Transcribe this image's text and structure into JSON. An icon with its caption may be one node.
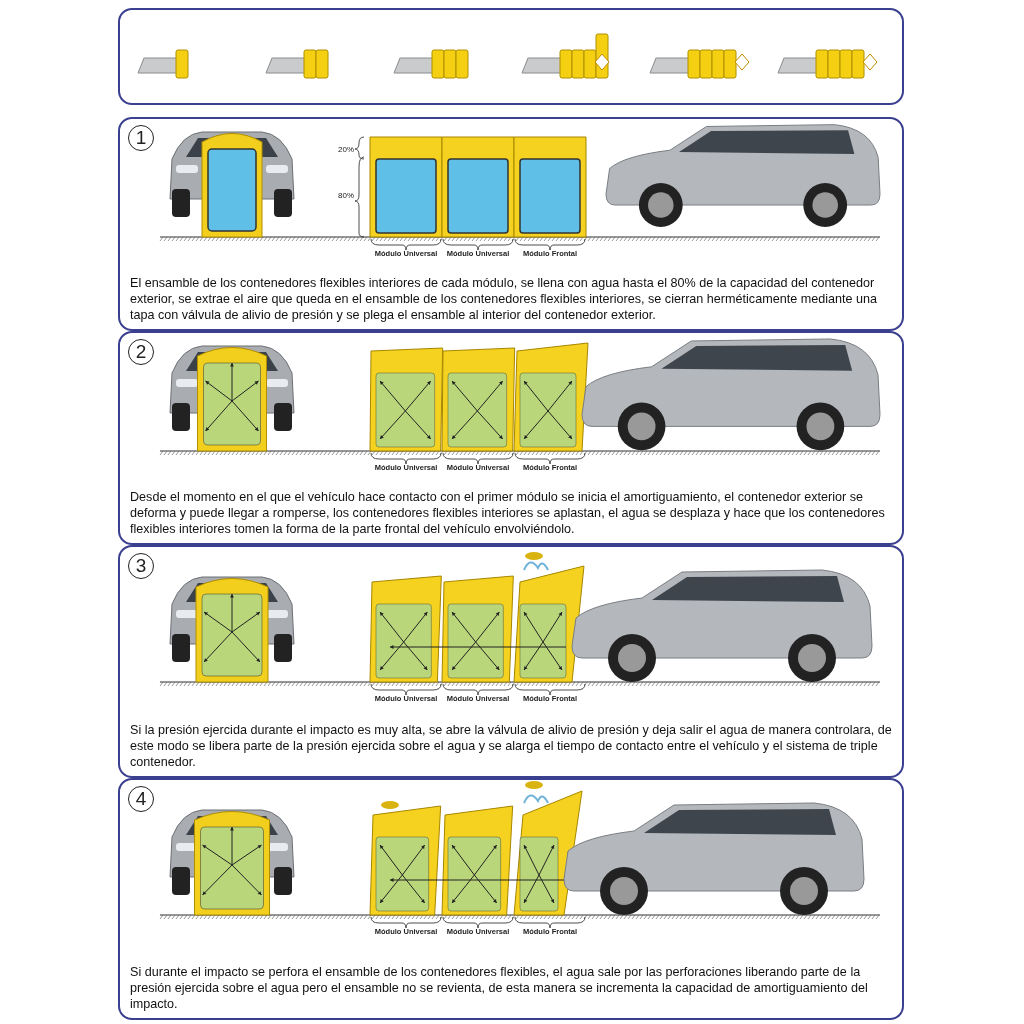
{
  "diagram": {
    "nodes": [
      {
        "text": [],
        "shape": "box"
      },
      {
        "text": [
          "El ensamble de los contenedores flexibles interiores de cada módulo, se llena con agua hasta el 80% de la capacidad del contenedor exterior, se extrae el aire que queda en el ensamble de los contenedores flexibles interiores, se cierran herméticamente mediante una tapa con válvula de alivio de presión y se plega el ensamble al interior del contenedor exterior."
        ]
      },
      {
        "text": [
          "1"
        ],
        "in": 1
      },
      {
        "text": [
          "Desde el momento en el que el vehículo hace contacto con el primer módulo se inicia el amortiguamiento, el contenedor exterior se deforma y puede llegar a romperse, los contenedores flexibles interiores se aplastan, el agua se desplaza y hace que los contenedores flexibles interiores tomen la forma de la parte frontal del vehículo envolviéndolo."
        ]
      },
      {
        "text": [
          "2"
        ],
        "in": 3
      },
      {
        "text": [
          "Si la presión ejercida durante el impacto es muy alta, se abre la válvula de alivio de presión y deja salir el agua de manera controlara, de este modo se libera parte de la presión ejercida sobre el agua y se alarga el tiempo de contacto entre el vehículo y el sistema de triple contenedor."
        ]
      },
      {
        "text": [
          "3"
        ],
        "in": 5
      },
      {
        "text": [
          "Si durante el impacto se perfora el ensamble de los contenedores flexibles, el agua sale por las perforaciones liberando parte de la presión ejercida sobre el agua pero el ensamble no se revienta, de esta manera se incrementa la capacidad de amortiguamiento del impacto."
        ]
      },
      {
        "text": [
          "4"
        ],
        "in": 7
      }
    ],
    "labels": [
      "20%",
      "80%",
      "Módulo Universal",
      "Módulo Universal",
      "Módulo Frontal",
      "Módulo Universal",
      "Módulo Universal",
      "Módulo Frontal",
      "Módulo Universal",
      "Módulo Universal",
      "Módulo Frontal",
      "Módulo Universal",
      "Módulo Universal",
      "Módulo Frontal"
    ]
  }
}
